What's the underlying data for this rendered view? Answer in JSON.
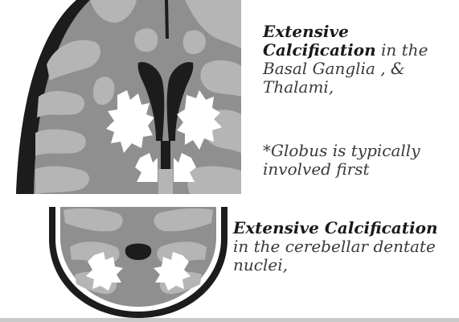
{
  "captions": {
    "basal": {
      "bold_line1": "Extensive",
      "bold_line2": "Calcification",
      "rest_line2": " in the",
      "line3": "Basal Ganglia , &",
      "line4": "Thalami,"
    },
    "globus": {
      "line1": "*Globus is typically",
      "line2": "involved first"
    },
    "cerebellar": {
      "bold_line1": "Extensive Calcification",
      "line2": "in the cerebellar dentate",
      "line3": "nuclei,"
    }
  },
  "colors": {
    "background": "#ffffff",
    "brain_gray": "#8f8f8f",
    "gray_matter": "#b5b5b5",
    "skull": "#1c1c1c",
    "calcification": "#ffffff",
    "text": "#3a3a3a"
  }
}
